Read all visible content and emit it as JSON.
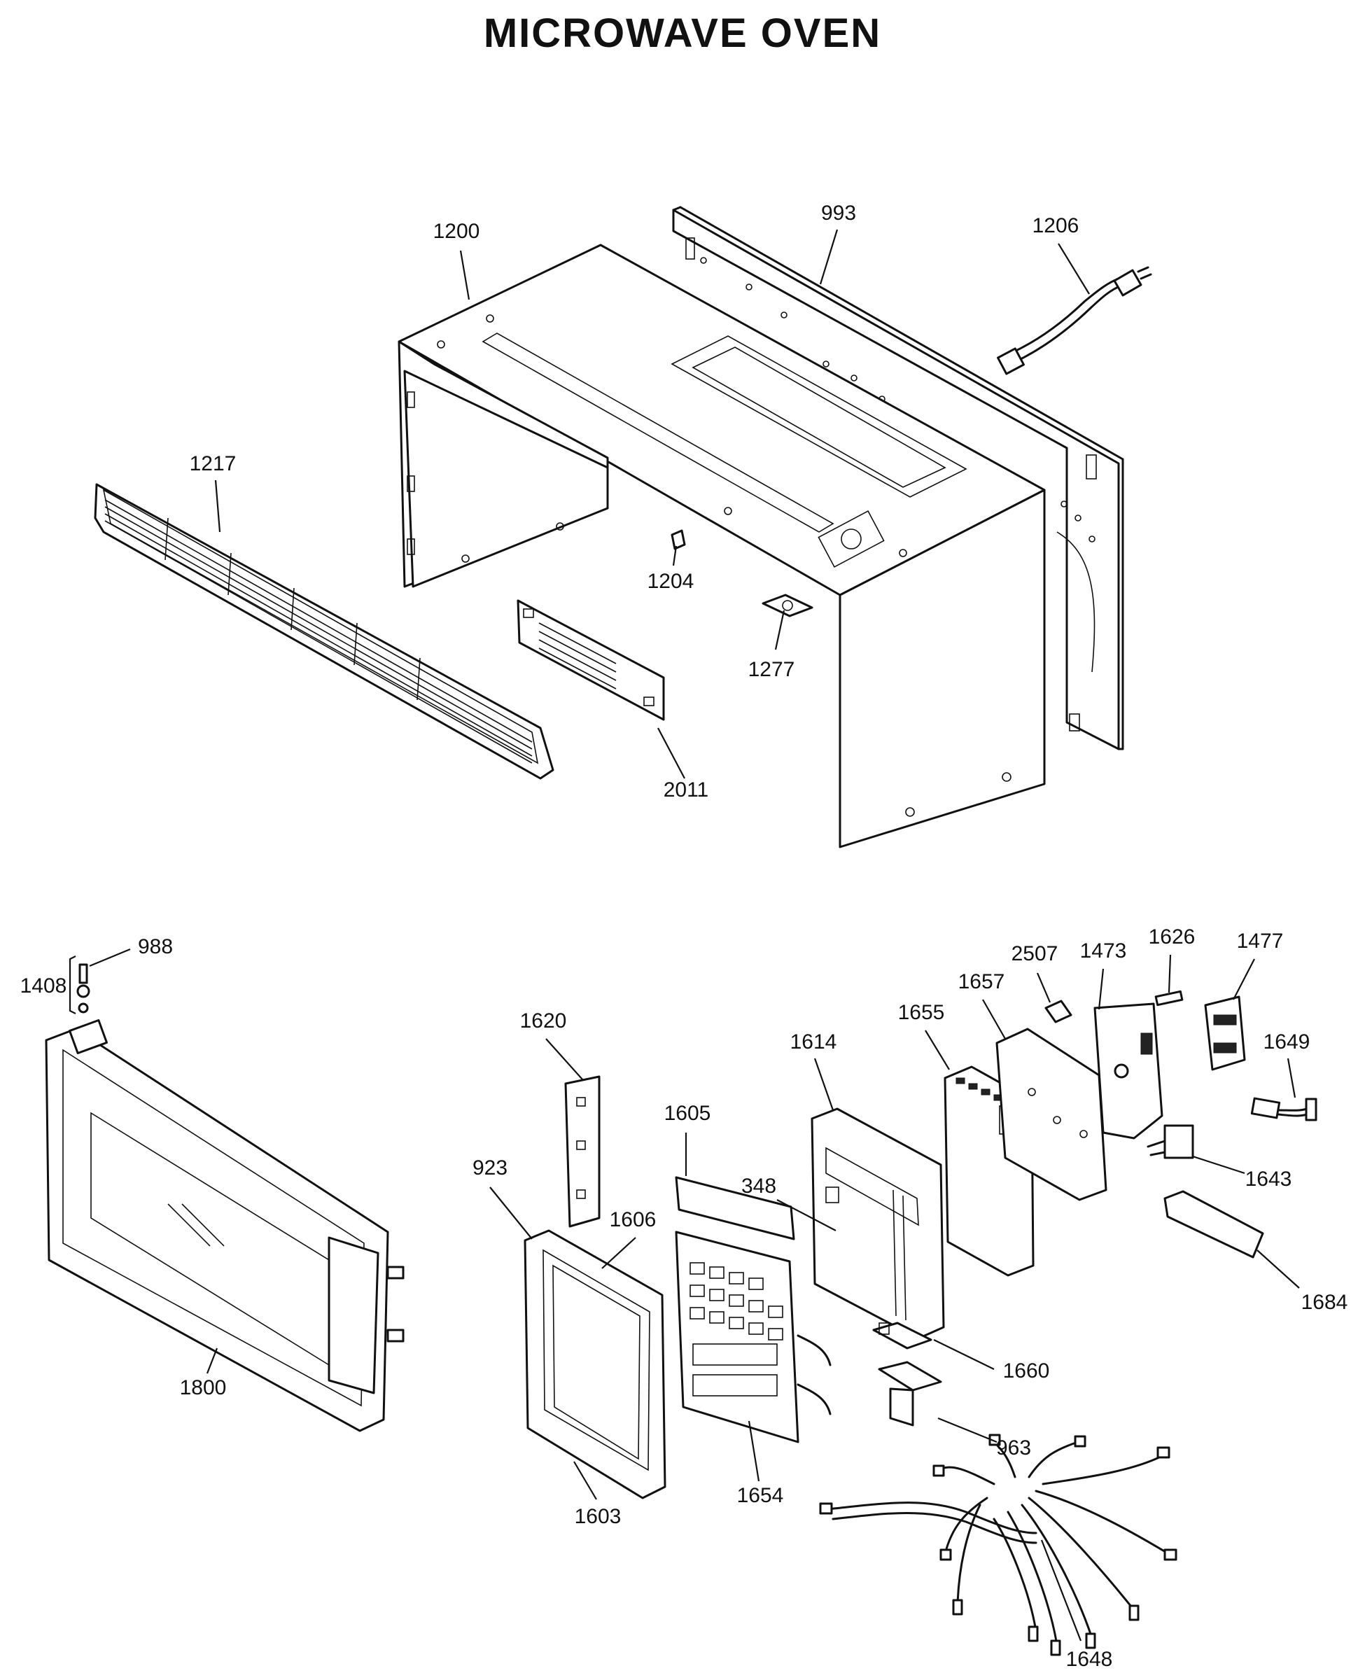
{
  "title": "MICROWAVE OVEN",
  "parts": [
    {
      "id": "993",
      "label": "993"
    },
    {
      "id": "1200",
      "label": "1200"
    },
    {
      "id": "1206",
      "label": "1206"
    },
    {
      "id": "1217",
      "label": "1217"
    },
    {
      "id": "1204",
      "label": "1204"
    },
    {
      "id": "1277",
      "label": "1277"
    },
    {
      "id": "2011",
      "label": "2011"
    },
    {
      "id": "988",
      "label": "988"
    },
    {
      "id": "1408",
      "label": "1408"
    },
    {
      "id": "1800",
      "label": "1800"
    },
    {
      "id": "1620",
      "label": "1620"
    },
    {
      "id": "923",
      "label": "923"
    },
    {
      "id": "1606",
      "label": "1606"
    },
    {
      "id": "1603",
      "label": "1603"
    },
    {
      "id": "1605",
      "label": "1605"
    },
    {
      "id": "1654",
      "label": "1654"
    },
    {
      "id": "348",
      "label": "348"
    },
    {
      "id": "1614",
      "label": "1614"
    },
    {
      "id": "1655",
      "label": "1655"
    },
    {
      "id": "1657",
      "label": "1657"
    },
    {
      "id": "2507",
      "label": "2507"
    },
    {
      "id": "1473",
      "label": "1473"
    },
    {
      "id": "1626",
      "label": "1626"
    },
    {
      "id": "1477",
      "label": "1477"
    },
    {
      "id": "1649",
      "label": "1649"
    },
    {
      "id": "1643",
      "label": "1643"
    },
    {
      "id": "1684",
      "label": "1684"
    },
    {
      "id": "1660",
      "label": "1660"
    },
    {
      "id": "963",
      "label": "963"
    },
    {
      "id": "1648",
      "label": "1648"
    }
  ]
}
